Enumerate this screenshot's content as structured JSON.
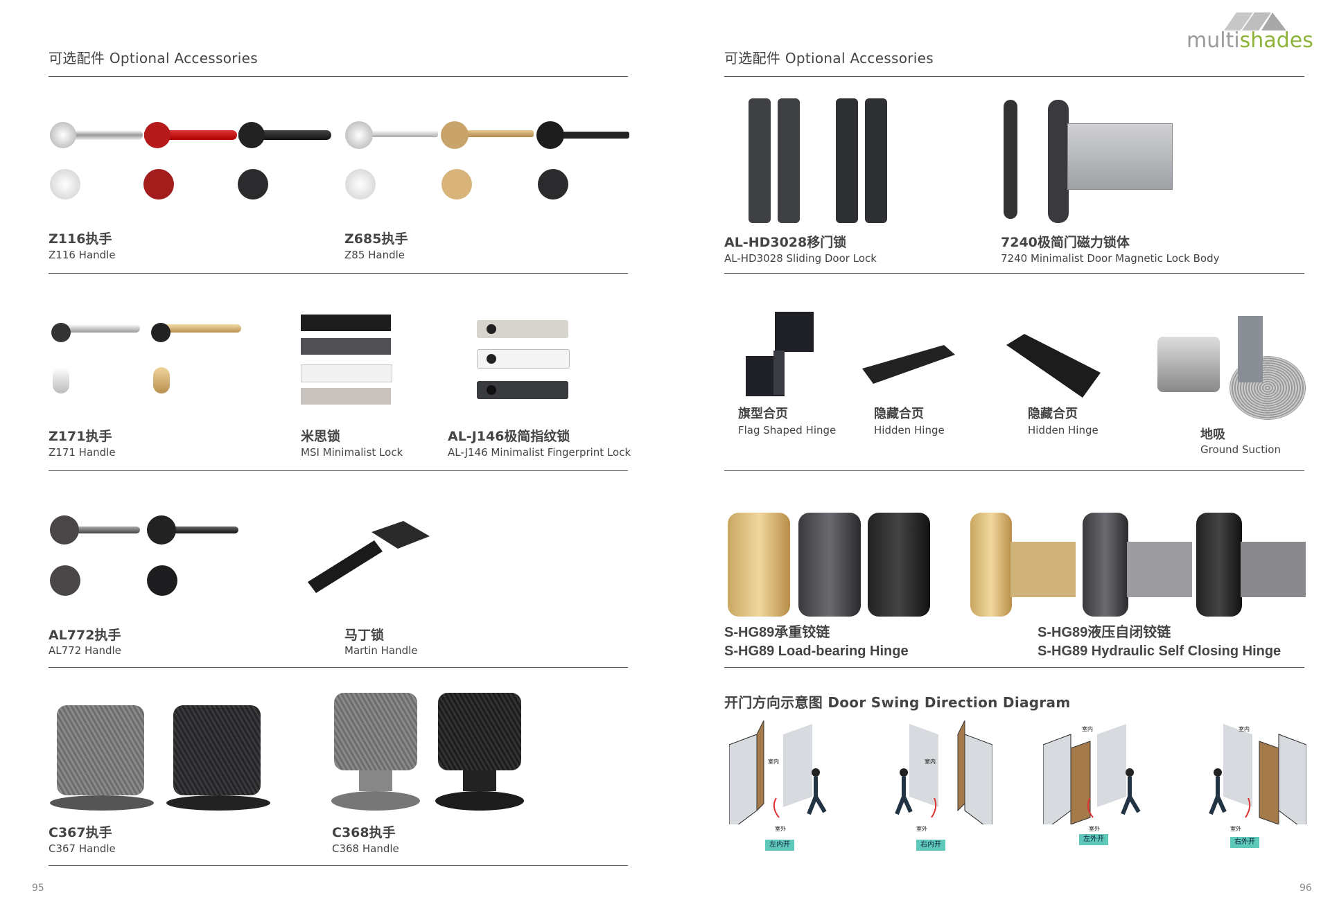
{
  "brand": {
    "text_grey": "multi",
    "text_green": "shades",
    "colors": {
      "grey": "#9a9a9a",
      "green": "#8db33a"
    }
  },
  "left": {
    "header": "可选配件 Optional Accessories",
    "page_number": "95",
    "products": [
      {
        "name": "Z116执手",
        "sub": "Z116 Handle"
      },
      {
        "name": "Z685执手",
        "sub": "Z85 Handle"
      },
      {
        "name": "Z171执手",
        "sub": "Z171 Handle"
      },
      {
        "name": "米思锁",
        "sub": "MSI Minimalist Lock"
      },
      {
        "name": "AL-J146极简指纹锁",
        "sub": "AL-J146 Minimalist Fingerprint Lock"
      },
      {
        "name": "AL772执手",
        "sub": "AL772 Handle"
      },
      {
        "name": "马丁锁",
        "sub": "Martin Handle"
      },
      {
        "name": "C367执手",
        "sub": "C367 Handle"
      },
      {
        "name": "C368执手",
        "sub": "C368 Handle"
      }
    ]
  },
  "right": {
    "header": "可选配件 Optional Accessories",
    "page_number": "96",
    "products": [
      {
        "name": "AL-HD3028移门锁",
        "sub": "AL-HD3028 Sliding Door Lock"
      },
      {
        "name": "7240极简门磁力锁体",
        "sub": "7240 Minimalist Door Magnetic Lock Body"
      },
      {
        "name": "旗型合页",
        "sub": "Flag Shaped Hinge"
      },
      {
        "name": "隐藏合页",
        "sub": "Hidden Hinge"
      },
      {
        "name": "隐藏合页",
        "sub": "Hidden Hinge"
      },
      {
        "name": "地吸",
        "sub": "Ground Suction"
      },
      {
        "name": "S-HG89承重铰链",
        "sub": "S-HG89 Load-bearing Hinge"
      },
      {
        "name": "S-HG89液压自闭铰链",
        "sub": "S-HG89 Hydraulic Self Closing Hinge"
      }
    ],
    "diagram": {
      "title": "开门方向示意图 Door Swing Direction Diagram",
      "inside": "室内",
      "outside": "室外",
      "items": [
        {
          "label": "左内开"
        },
        {
          "label": "右内开"
        },
        {
          "label": "左外开"
        },
        {
          "label": "右外开"
        }
      ]
    }
  }
}
